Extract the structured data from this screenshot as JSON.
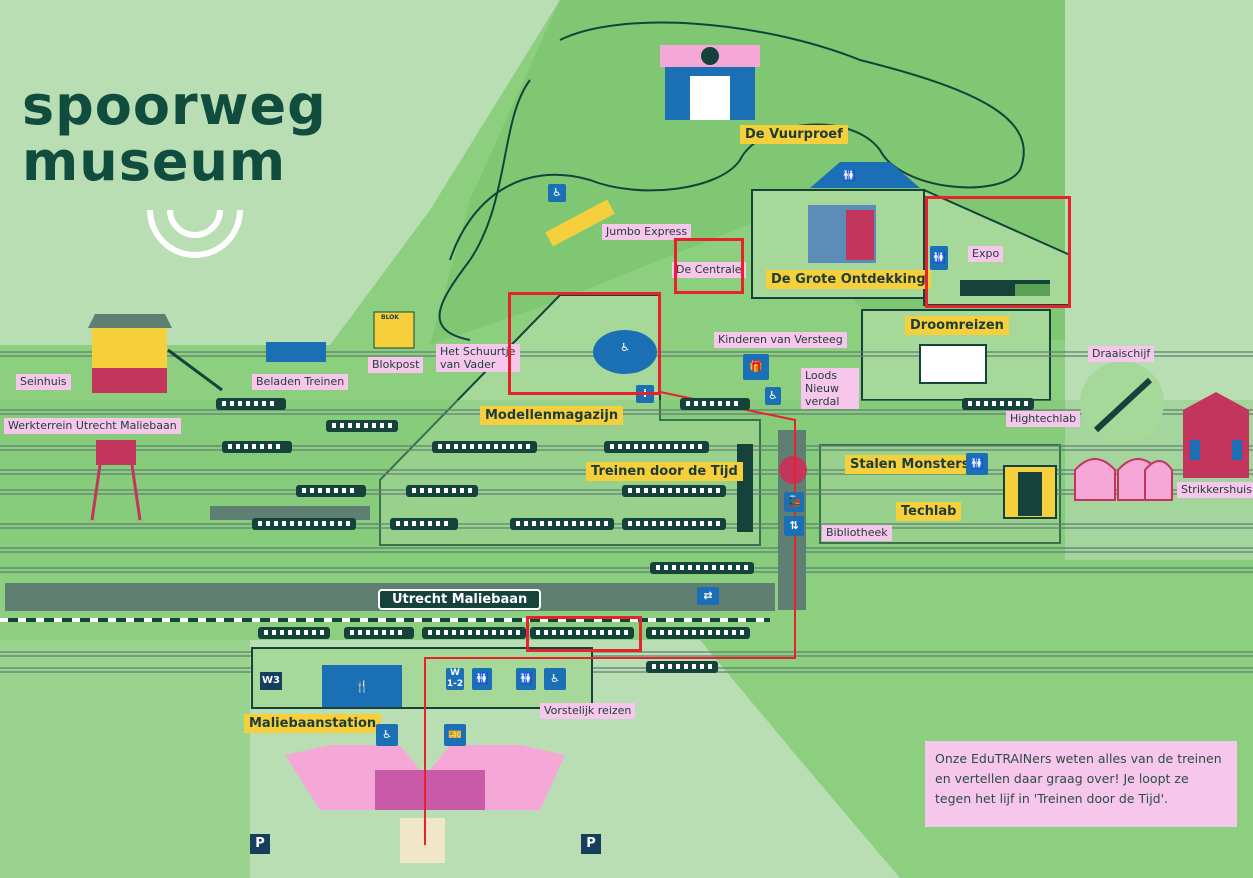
{
  "logo": {
    "line1": "spoorweg",
    "line2": "museum"
  },
  "labels": {
    "de_vuurproef": "De Vuurproef",
    "jumbo_express": "Jumbo Express",
    "de_centrale": "De Centrale",
    "de_grote_ontdekking": "De Grote Ontdekking",
    "expo": "Expo",
    "droomreizen": "Droomreizen",
    "kinderen_van_versteeg": "Kinderen van Versteeg",
    "loods_nieuw_verdal": "Loods Nieuw verdal",
    "draaischijf": "Draaischijf",
    "hightechlab": "Hightechlab",
    "seinhuis": "Seinhuis",
    "beladen_treinen": "Beladen Treinen",
    "blokpost": "Blokpost",
    "het_schuurtje_van_vader": "Het Schuurtje van Vader",
    "modellenmagazijn": "Modellenmagazijn",
    "werkterrein": "Werkterrein Utrecht Maliebaan",
    "treinen_door_de_tijd": "Treinen door de Tijd",
    "stalen_monsters": "Stalen Monsters",
    "techlab": "Techlab",
    "bibliotheek": "Bibliotheek",
    "strikkershuis": "Strikkershuis",
    "maliebaanstation": "Maliebaanstation",
    "vorstelijk_reizen": "Vorstelijk reizen",
    "utrecht_maliebaan": "Utrecht Maliebaan",
    "blokpost_sign": "BLOK",
    "w3": "W3",
    "w12": "W 1-2",
    "parking": "P"
  },
  "info_box": {
    "line1": "Onze EduTRAINers weten alles van de treinen",
    "line2": "en vertellen daar graag over! Je loopt ze",
    "line3": "tegen het lijf in 'Treinen door de Tijd'."
  },
  "colors": {
    "background": "#b9deb3",
    "park": "#8ccf7e",
    "dark_green": "#15433b",
    "track_gray": "#5f7f73",
    "label_pink": "#f6c6ec",
    "label_yellow": "#f5d03c",
    "facility_blue": "#1a6fb5",
    "highlight_red": "#e8222a",
    "station_pink": "#f5a8d8"
  }
}
